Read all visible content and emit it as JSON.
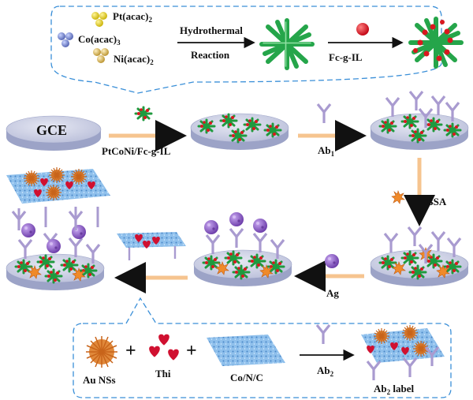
{
  "reagents": {
    "pt": "Pt(acac)",
    "pt_sub": "2",
    "co": "Co(acac)",
    "co_sub": "3",
    "ni": "Ni(acac)",
    "ni_sub": "2"
  },
  "steps": {
    "hydrothermal_1": "Hydrothermal",
    "hydrothermal_2": "Reaction",
    "fc": "Fc-g-IL",
    "gce": "GCE",
    "modifier": "PtCoNi/Fc-g-IL",
    "ab1": "Ab",
    "ab1_sub": "1",
    "bsa": "BSA",
    "ag": "Ag"
  },
  "label_panel": {
    "au": "Au NSs",
    "thi": "Thi",
    "conc": "Co/N/C",
    "ab2": "Ab",
    "ab2_sub": "2",
    "ab2_label": "Ab",
    "ab2_label_sub": "2",
    "ab2_label_rest": " label",
    "plus": "+"
  },
  "colors": {
    "electrode_top": "#c9cde3",
    "electrode_side": "#9ca3c7",
    "nanostar": "#2aa84a",
    "fc_ball": "#d9181e",
    "antibody": "#a99bd0",
    "arrow": "#f6c48f",
    "dash": "#3a8fd8",
    "bsa": "#f08a2a",
    "antigen": "#8a5fc9",
    "conc": "#6aa9e0",
    "heart": "#d01030",
    "auns": "#e0883a"
  }
}
